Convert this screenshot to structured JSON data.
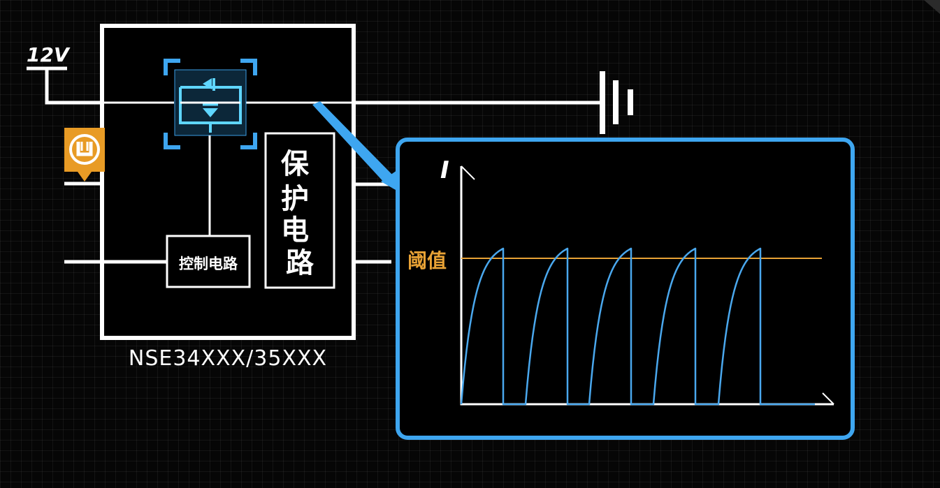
{
  "supply": {
    "voltage_label": "12V"
  },
  "chip": {
    "part_number": "NSE34XXX/35XXX",
    "control_circuit_label": "控制电路",
    "protection_circuit_label": "保护电路"
  },
  "graph": {
    "y_axis_label": "I",
    "threshold_label": "阈值",
    "threshold_level": 0.65
  },
  "colors": {
    "wire": "#ffffff",
    "accent_blue": "#3ea6f0",
    "mosfet_cyan": "#5fd6ff",
    "threshold_orange": "#e8a235",
    "badge_orange": "#e89b25"
  },
  "icons": {
    "pin_badge": "u-pin-icon"
  }
}
